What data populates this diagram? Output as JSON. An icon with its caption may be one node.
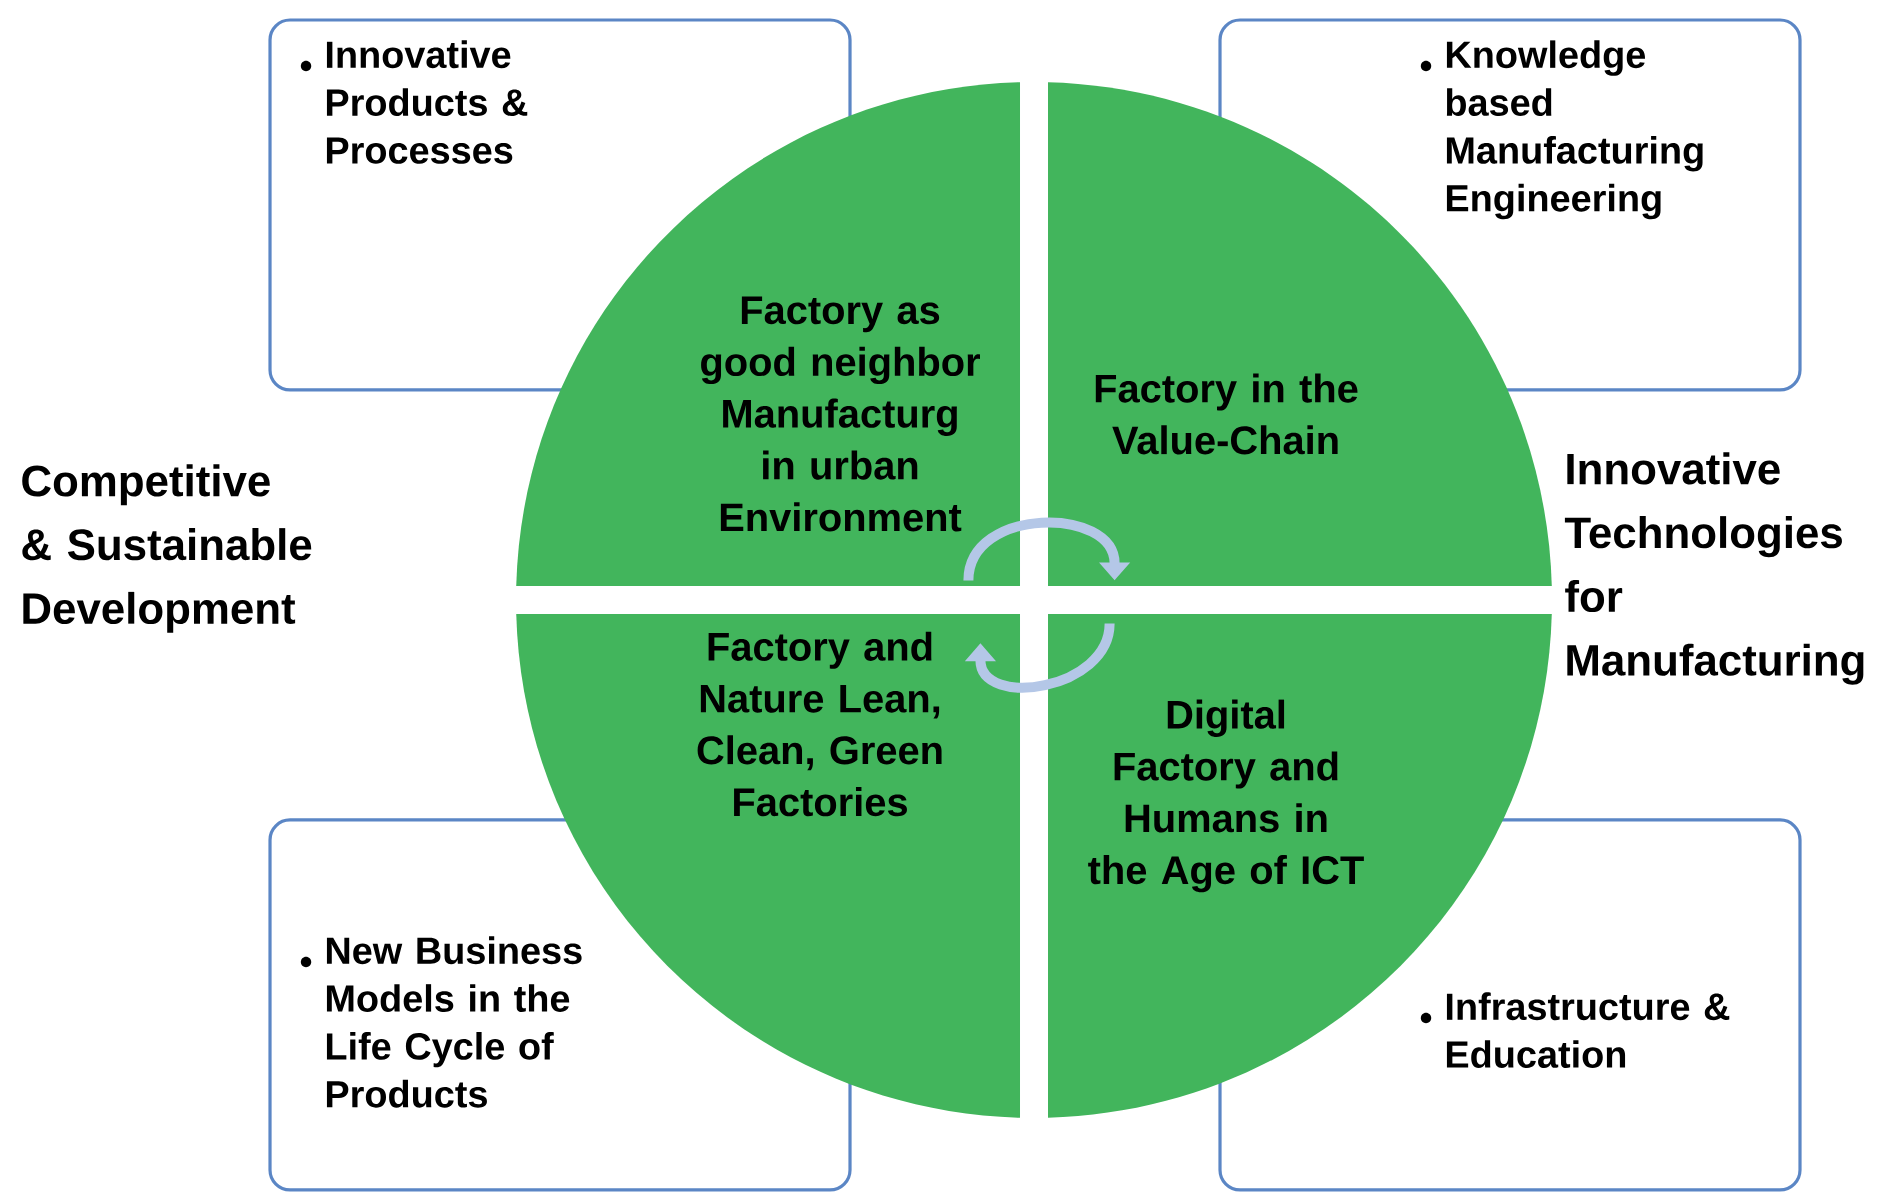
{
  "diagram": {
    "nodes": [
      {
        "text": [
          "Innovative Products & Processes"
        ]
      },
      {
        "text": [
          "Knowledge based Manufacturing Engineering"
        ]
      },
      {
        "text": [
          "Factory as good neighbor Manufacturg in urban Environment"
        ]
      },
      {
        "text": [
          "Factory in the Value-Chain"
        ]
      },
      {
        "text": [
          "Factory and Nature Lean, Clean, Green Factories"
        ]
      },
      {
        "text": [
          "Digital Factory and Humans in the Age of ICT"
        ]
      },
      {
        "text": [
          "New Business Models in the Life Cycle of Products"
        ]
      },
      {
        "text": [
          "Infrastructure & Education"
        ]
      }
    ],
    "edges": [
      {
        "from": 2,
        "to": 3,
        "arrow": "to"
      },
      {
        "from": 5,
        "to": 4,
        "arrow": "to"
      }
    ],
    "labels": [
      "Competitive & Sustainable Development",
      "Innovative Technologies for Manufacturing"
    ]
  }
}
